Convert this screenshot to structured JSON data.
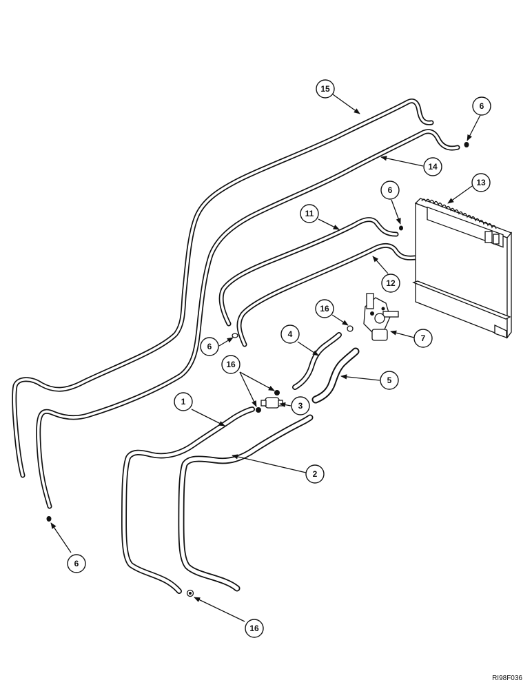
{
  "figure_id": "RI98F036",
  "callouts": [
    {
      "id": "c15",
      "label": "15"
    },
    {
      "id": "c6a",
      "label": "6"
    },
    {
      "id": "c14",
      "label": "14"
    },
    {
      "id": "c13",
      "label": "13"
    },
    {
      "id": "c6b",
      "label": "6"
    },
    {
      "id": "c11",
      "label": "11"
    },
    {
      "id": "c12",
      "label": "12"
    },
    {
      "id": "c16a",
      "label": "16"
    },
    {
      "id": "c7",
      "label": "7"
    },
    {
      "id": "c4",
      "label": "4"
    },
    {
      "id": "c6c",
      "label": "6"
    },
    {
      "id": "c16b",
      "label": "16"
    },
    {
      "id": "c5",
      "label": "5"
    },
    {
      "id": "c1",
      "label": "1"
    },
    {
      "id": "c3",
      "label": "3"
    },
    {
      "id": "c2",
      "label": "2"
    },
    {
      "id": "c6d",
      "label": "6"
    },
    {
      "id": "c16c",
      "label": "16"
    }
  ]
}
